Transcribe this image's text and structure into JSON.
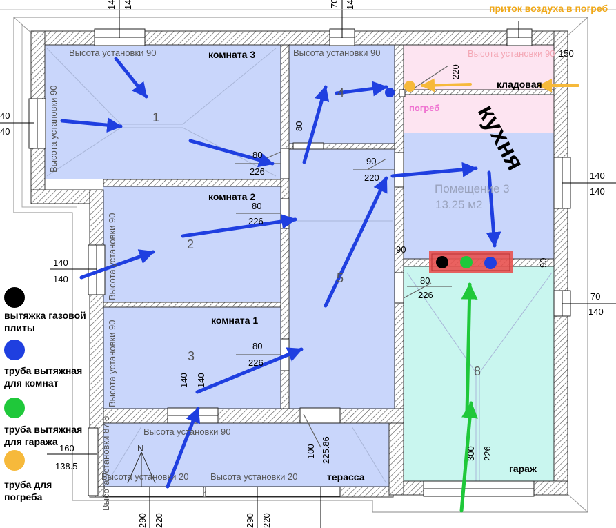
{
  "legend": {
    "gas_hood": {
      "label": "вытяжка газовой плиты",
      "color": "#000000"
    },
    "room_pipe": {
      "label": "труба вытяжная для комнат",
      "color": "#1f3fe0"
    },
    "garage_pipe": {
      "label": "труба вытяжная для гаража",
      "color": "#1fc83a"
    },
    "cellar_pipe": {
      "label": "труба для погреба",
      "color": "#f6b93b"
    }
  },
  "annotations": {
    "air_inflow": "приток воздуха в погреб",
    "kitchen": "кухня",
    "pantry": "кладовая",
    "cellar": "погреб",
    "room3": "комната 3",
    "room2": "комната 2",
    "room1": "комната 1",
    "terrace": "терасса",
    "garage": "гараж",
    "north": "N"
  },
  "room_numbers": {
    "r1": "1",
    "r2": "2",
    "r3": "3",
    "r4": "4",
    "r5": "5",
    "r8": "8"
  },
  "install_height": {
    "h90": "Высота установки 90",
    "h20": "Высота установки 20",
    "h87_5": "Высота установки 87.5"
  },
  "premise": {
    "name": "Помещение 3",
    "area": "13.25 м2"
  },
  "dimensions": {
    "d140": "140",
    "d70": "70",
    "d40": "40",
    "d80": "80",
    "d90": "90",
    "d226": "226",
    "d220": "220",
    "d160": "160",
    "d138_5": "138.5",
    "d150": "150",
    "d100": "100",
    "d225_86": "225.86",
    "d300": "300",
    "d290": "290"
  },
  "colors": {
    "room_fill": "#c9d6fb",
    "pantry_fill": "#fde4f1",
    "garage_fill": "#c9f6ef",
    "arrow_blue": "#1f3fe0",
    "arrow_green": "#1fc83a",
    "arrow_orange": "#f6b93b",
    "annotation_orange": "#f0a818",
    "cellar_label": "#ef6fd0",
    "kitchen_duct": "#e8514f"
  }
}
